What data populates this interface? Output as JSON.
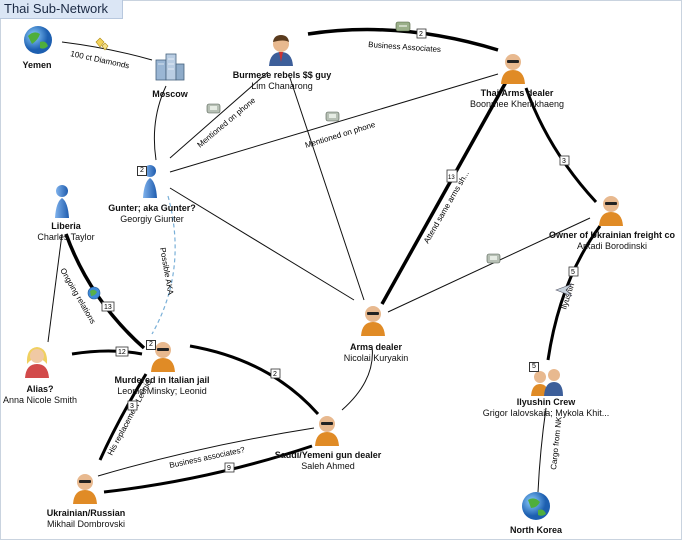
{
  "title": "Thai Sub-Network",
  "nodes": [
    {
      "id": "yemen",
      "name": "Yemen",
      "sub": "",
      "icon": "globe-icon"
    },
    {
      "id": "moscow",
      "name": "Moscow",
      "sub": "",
      "icon": "city-buildings-icon"
    },
    {
      "id": "burmese",
      "name": "Burmese rebels $$ guy",
      "sub": "Lim Chanarong",
      "icon": "businessman-icon"
    },
    {
      "id": "thai_arms",
      "name": "Thai Arms dealer",
      "sub": "Boonmee Khemkhaeng",
      "icon": "bald-man-sunglasses-icon"
    },
    {
      "id": "gunter",
      "name": "Gunter; aka Gunter?",
      "sub": "Georgiy Giunter",
      "icon": "blue-pawn-icon",
      "badge": "2"
    },
    {
      "id": "liberia",
      "name": "Liberia",
      "sub": "Charles Taylor",
      "icon": "blue-pawn-icon"
    },
    {
      "id": "owner_ukr",
      "name": "Owner of Ukrainian freight co",
      "sub": "Arkadi Borodinski",
      "icon": "bald-man-sunglasses-icon"
    },
    {
      "id": "arms_dealer",
      "name": "Arms dealer",
      "sub": "Nicolai Kuryakin",
      "icon": "bald-man-sunglasses-icon"
    },
    {
      "id": "alias",
      "name": "Alias?",
      "sub": "Anna Nicole Smith",
      "icon": "blonde-woman-icon"
    },
    {
      "id": "murdered",
      "name": "Murdered in Italian jail",
      "sub": "Leonid Minsky; Leonid",
      "icon": "bald-man-sunglasses-icon",
      "badge": "2"
    },
    {
      "id": "ilyushin",
      "name": "Ilyushin Crew",
      "sub": "Grigor Ialovskaia; Mykola Khit...",
      "icon": "group-people-icon",
      "badge": "5"
    },
    {
      "id": "saudi",
      "name": "Saudi/Yemeni gun dealer",
      "sub": "Saleh Ahmed",
      "icon": "bald-man-sunglasses-icon"
    },
    {
      "id": "ukr_russian",
      "name": "Ukrainian/Russian",
      "sub": "Mikhail Dombrovski",
      "icon": "bald-man-sunglasses-icon"
    },
    {
      "id": "north_korea",
      "name": "North Korea",
      "sub": "",
      "icon": "globe-icon"
    }
  ],
  "edges": [
    {
      "id": "yemen-moscow",
      "label": "100 ct Diamonds",
      "icon": "diamonds-icon",
      "thick": false
    },
    {
      "id": "burmese-thai",
      "label": "Business Associates",
      "icon": "handshake-icon",
      "badge": "2",
      "thick": true
    },
    {
      "id": "gunter-burmese",
      "label": "Mentioned on phone",
      "icon": "phone-icon",
      "thick": false
    },
    {
      "id": "gunter-thai",
      "label": "Mentioned on phone",
      "icon": "phone-icon",
      "thick": false
    },
    {
      "id": "arms-thai",
      "label": "Attend same arms sh...",
      "badge": "13",
      "thick": true
    },
    {
      "id": "thai-owner",
      "label": "",
      "badge": "3",
      "thick": true
    },
    {
      "id": "arms-owner",
      "label": "",
      "icon": "phone-icon",
      "thick": false
    },
    {
      "id": "owner-ilyushin",
      "label": "Ilyushin",
      "icon": "airplane-icon",
      "badge": "5",
      "thick": true
    },
    {
      "id": "gunter-murdered",
      "label": "Possible AKA",
      "dashed": true,
      "thick": false
    },
    {
      "id": "liberia-murdered",
      "label": "Ongoing relations",
      "icon": "globe-icon",
      "badge": "13",
      "thick": true
    },
    {
      "id": "alias-murdered",
      "label": "",
      "badge": "12",
      "thick": true
    },
    {
      "id": "murdered-saudi",
      "label": "",
      "badge": "2",
      "thick": true
    },
    {
      "id": "murdered-ukr",
      "label": "His replacement Leonid",
      "badge": "3",
      "thick": true
    },
    {
      "id": "ukr-saudi-thin",
      "label": "Business associates?",
      "thick": false
    },
    {
      "id": "ukr-saudi-thick",
      "label": "",
      "badge": "9",
      "thick": true
    },
    {
      "id": "ilyushin-nk",
      "label": "Cargo from NK",
      "thick": false
    }
  ]
}
